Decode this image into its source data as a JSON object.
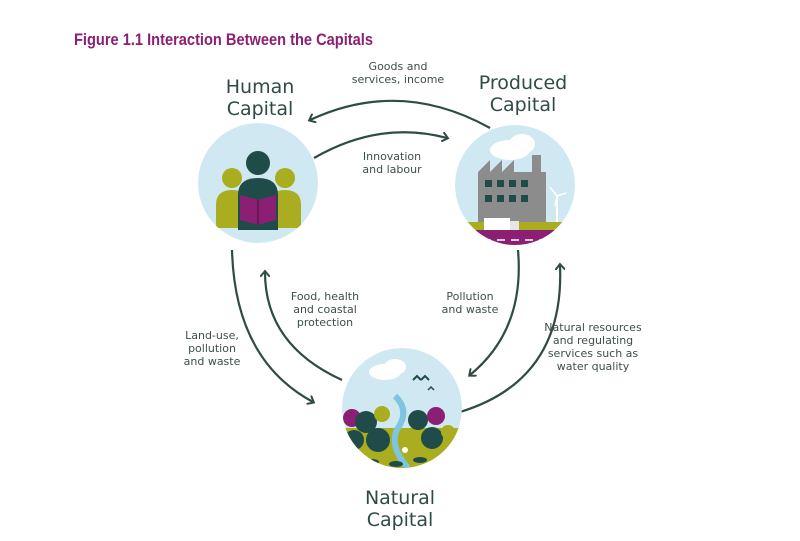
{
  "figure": {
    "title": "Figure 1.1 Interaction Between the Capitals"
  },
  "nodes": {
    "human": {
      "line1": "Human",
      "line2": "Capital"
    },
    "produced": {
      "line1": "Produced",
      "line2": "Capital"
    },
    "natural": {
      "line1": "Natural",
      "line2": "Capital"
    }
  },
  "edges": {
    "goods": {
      "line1": "Goods and",
      "line2": "services, income"
    },
    "innovation": {
      "line1": "Innovation",
      "line2": "and labour"
    },
    "pollution": {
      "line1": "Pollution",
      "line2": "and waste"
    },
    "natural_resources": {
      "line1": "Natural resources",
      "line2": "and regulating",
      "line3": "services such as",
      "line4": "water quality"
    },
    "food": {
      "line1": "Food, health",
      "line2": "and coastal",
      "line3": "protection"
    },
    "land_use": {
      "line1": "Land-use,",
      "line2": "pollution",
      "line3": "and waste"
    }
  },
  "colors": {
    "title": "#8a1f73",
    "arrow": "#2f4b46",
    "sky": "#cfe8f2",
    "olive": "#a9ad1f",
    "plum": "#8a1f73",
    "teal": "#1f4c48",
    "grey": "#8c8c8c"
  }
}
